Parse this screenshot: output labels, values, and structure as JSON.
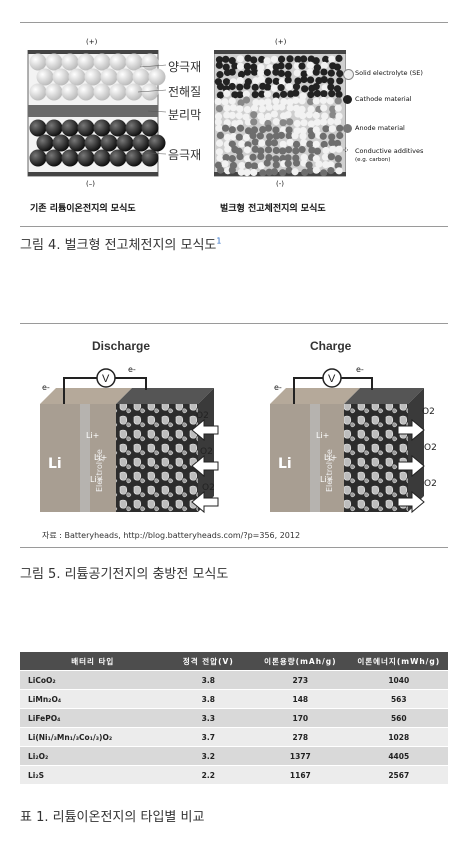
{
  "figure4": {
    "left_plus": "(+)",
    "left_minus": "(–)",
    "right_plus": "(+)",
    "right_minus": "(-)",
    "cathode_label": "양극재",
    "electrolyte_label": "전해질",
    "separator_label": "분리막",
    "anode_label": "음극재",
    "left_caption": "기존 리튬이온전지의 모식도",
    "right_caption": "벌크형 전고체전지의 모식도",
    "legend": [
      {
        "label": "Solid electrolyte (SE)",
        "color": "#eeeeee"
      },
      {
        "label": "Cathode material",
        "color": "#222222"
      },
      {
        "label": "Anode material",
        "color": "#777777"
      }
    ],
    "legend_additive": "Conductive additives",
    "legend_additive_note": "(e.g. carbon)",
    "caption": "그림 4. 벌크형 전고체전지의 모식도",
    "caption_sup": "1"
  },
  "figure5": {
    "discharge": "Discharge",
    "charge": "Charge",
    "volt": "V",
    "electron": "e-",
    "li": "Li",
    "li_ion": "Li+",
    "electrolyte": "Electrolyte",
    "o2": "O2",
    "source": "자료 : Batteryheads, http://blog.batteryheads.com/?p=356, 2012",
    "caption": "그림 5. 리튬공기전지의 충방전 모식도"
  },
  "table": {
    "headers": [
      "배터리 타입",
      "정격 전압(V)",
      "이론용량(mAh/g)",
      "이론에너지(mWh/g)"
    ],
    "rows": [
      [
        "LiCoO₂",
        "3.8",
        "273",
        "1040"
      ],
      [
        "LiMn₂O₄",
        "3.8",
        "148",
        "563"
      ],
      [
        "LiFePO₄",
        "3.3",
        "170",
        "560"
      ],
      [
        "Li(Ni₁/₃Mn₁/₃Co₁/₃)O₂",
        "3.7",
        "278",
        "1028"
      ],
      [
        "Li₂O₂",
        "3.2",
        "1377",
        "4405"
      ],
      [
        "Li₂S",
        "2.2",
        "1167",
        "2567"
      ]
    ],
    "caption": "표 1. 리튬이온전지의 타입별 비교"
  }
}
